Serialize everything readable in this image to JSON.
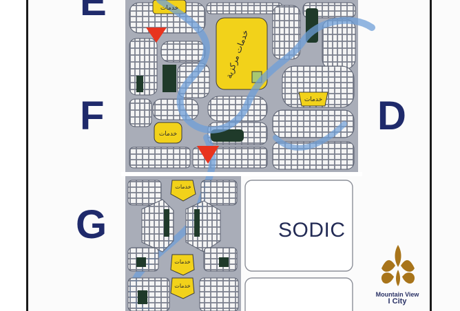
{
  "zones": {
    "e": "E",
    "f": "F",
    "g": "G",
    "d": "D"
  },
  "neighbor_label": "SODIC",
  "services_label": "خدمات",
  "services_main_label": "خدمات مركزية",
  "brand": {
    "line1": "Mountain View",
    "line2": "I City",
    "logo_color": "#a8741a"
  },
  "colors": {
    "road": "#a9adb8",
    "plot_fill": "#f4f4f4",
    "plot_stroke": "#5a6070",
    "service": "#f2d21a",
    "green": "#1f3a2a",
    "river": "#6f9fd8",
    "marker": "#e8341e",
    "letter": "#1f2a6b"
  }
}
